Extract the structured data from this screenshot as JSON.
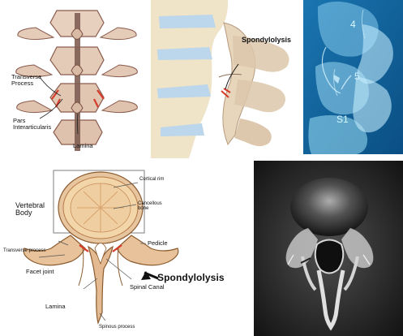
{
  "top_left": {
    "labels": {
      "transverse_process": "Transverse\nProcess",
      "pars_interarticularis": "Pars\nInterarticularis",
      "lamina": "Lamina"
    }
  },
  "top_middle": {
    "labels": {
      "spondylolysis": "Spondylolysis"
    }
  },
  "top_right": {
    "labels": {
      "level_4": "4",
      "level_5": "5",
      "s1": "S1"
    }
  },
  "bottom_left": {
    "labels": {
      "vertebral_body": "Vertebral\nBody",
      "cortical_rim": "Cortical rim",
      "cancellous_bone": "Cancellous\nbone",
      "pedicle": "Pedicle",
      "transverse_process": "Transverse process",
      "facet_joint": "Facet joint",
      "lamina": "Lamina",
      "spinal_canal": "Spinal Canal",
      "spinous_process": "Spinous process",
      "spondylolysis": "Spondylolysis"
    }
  },
  "colors": {
    "bone": "#e9d6c4",
    "bone_shadow": "#c7a58d",
    "spine_cream": "#efe3c8",
    "disc_blue": "#bcd6ec",
    "fracture_red": "#d63a2a",
    "xray_blue": "#0f66a3",
    "ct_dark": "#101010"
  }
}
